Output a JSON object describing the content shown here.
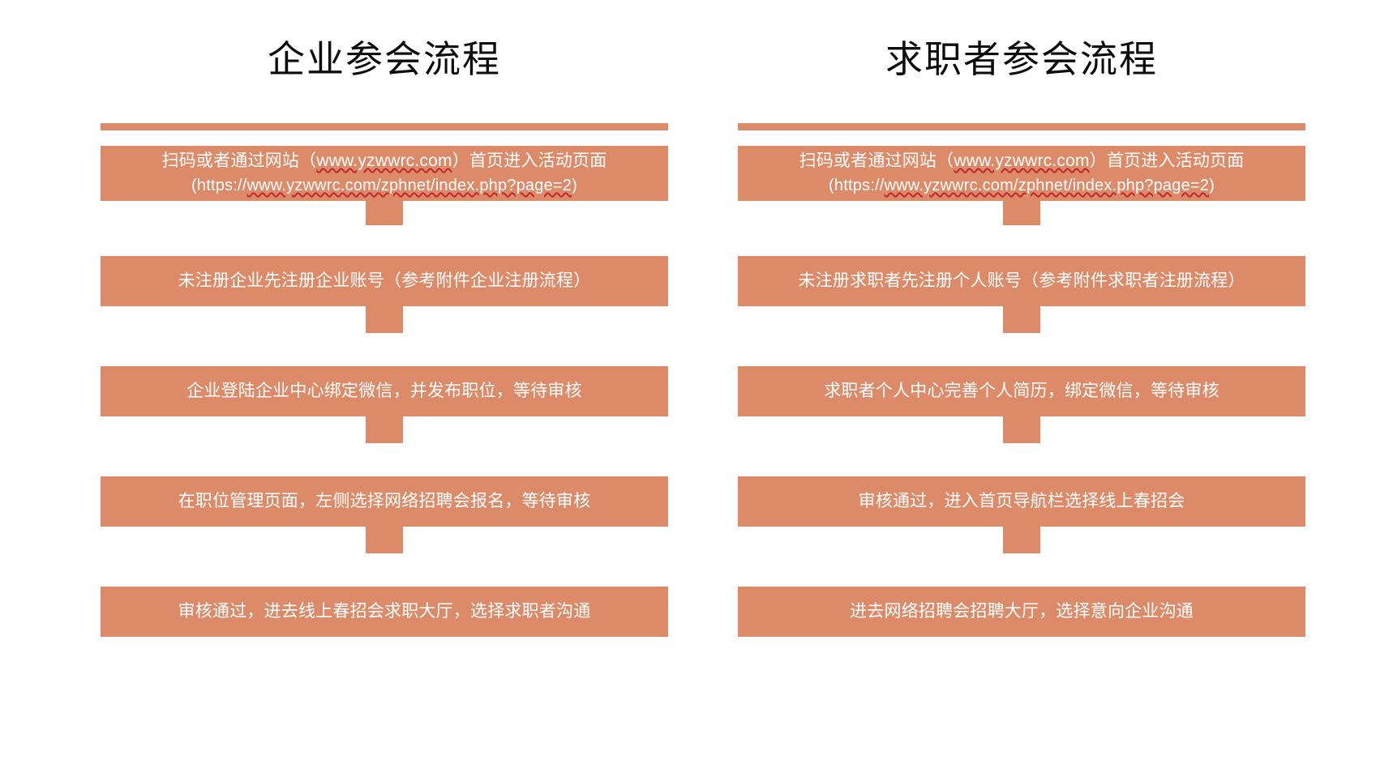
{
  "page": {
    "background": "#ffffff",
    "accent_color": "#DD8A68",
    "text_color": "#ffffff",
    "title_color": "#0d0d0d",
    "spellcheck_underline_color": "#c1272d"
  },
  "columns": [
    {
      "id": "enterprise",
      "title": "企业参会流程",
      "steps": [
        {
          "line1_prefix": "扫码或者通过网站（",
          "line1_url": "www.yzwwrc.com",
          "line1_suffix": "）首页进入活动页面",
          "line2_prefix": "(https://",
          "line2_url": "www.yzwwrc.com/zphnet/index.php?page=2",
          "line2_suffix": ")",
          "two_line": true
        },
        {
          "text": "未注册企业先注册企业账号（参考附件企业注册流程）"
        },
        {
          "text": "企业登陆企业中心绑定微信，并发布职位，等待审核"
        },
        {
          "text": "在职位管理页面，左侧选择网络招聘会报名，等待审核"
        },
        {
          "text": "审核通过，进去线上春招会求职大厅，选择求职者沟通"
        }
      ]
    },
    {
      "id": "jobseeker",
      "title": "求职者参会流程",
      "steps": [
        {
          "line1_prefix": "扫码或者通过网站（",
          "line1_url": "www.yzwwrc.com",
          "line1_suffix": "）首页进入活动页面",
          "line2_prefix": "(https://",
          "line2_url": "www.yzwwrc.com/zphnet/index.php?page=2",
          "line2_suffix": ")",
          "two_line": true
        },
        {
          "text": "未注册求职者先注册个人账号（参考附件求职者注册流程）"
        },
        {
          "text": "求职者个人中心完善个人简历，绑定微信，等待审核"
        },
        {
          "text": "审核通过，进入首页导航栏选择线上春招会"
        },
        {
          "text": "进去网络招聘会招聘大厅，选择意向企业沟通"
        }
      ]
    }
  ]
}
